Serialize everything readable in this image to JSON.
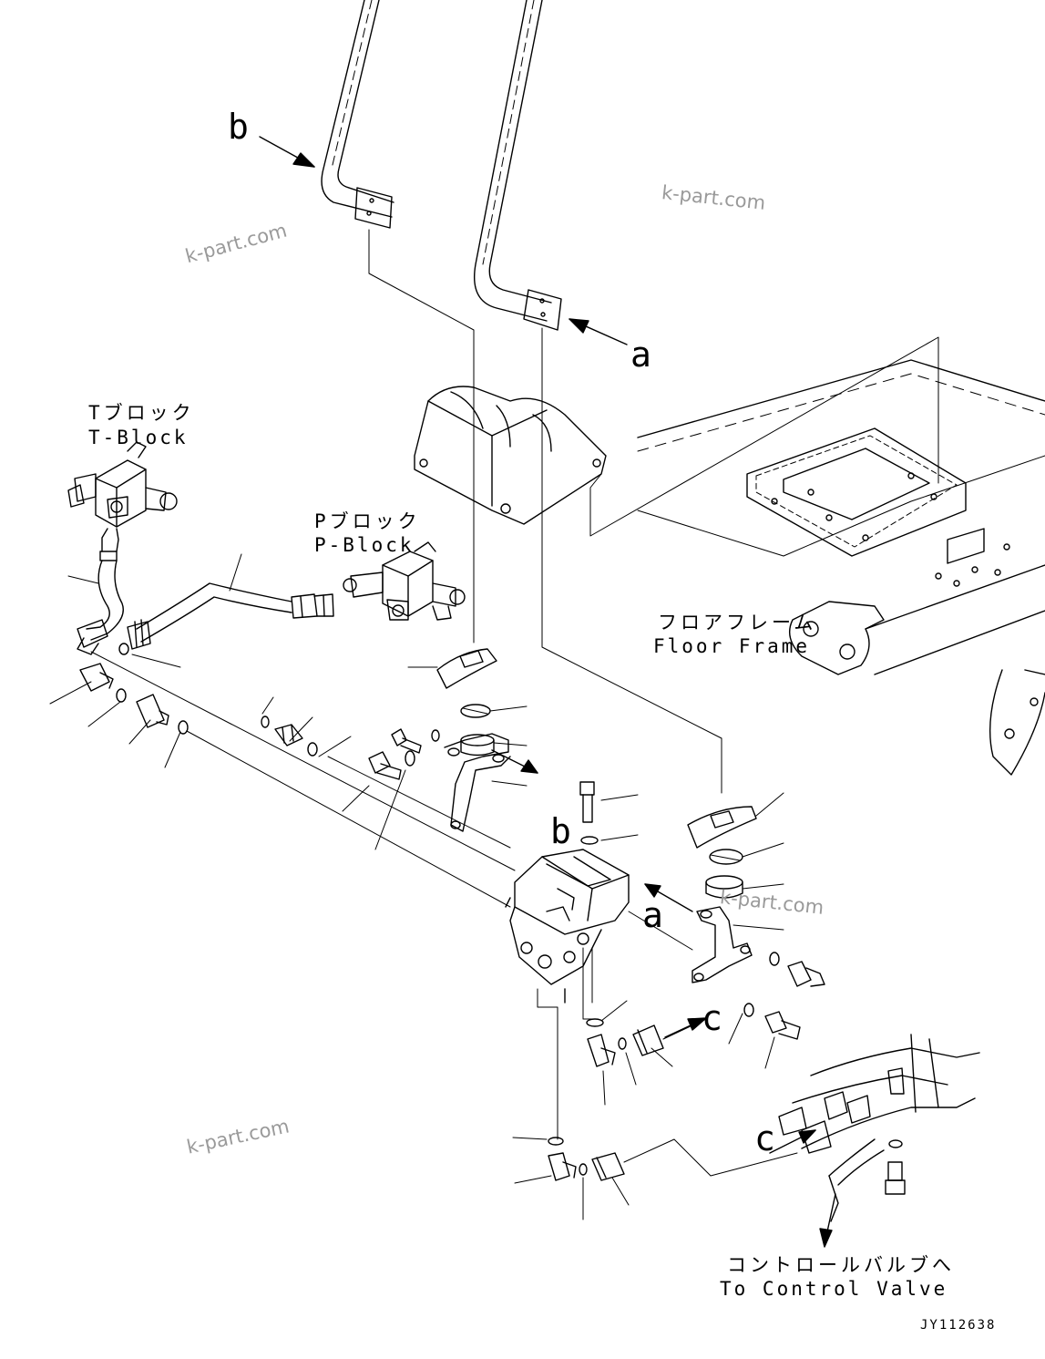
{
  "callouts": {
    "a": "a",
    "b": "b",
    "c": "c"
  },
  "labels": {
    "t_block_jp": "Tブロック",
    "t_block_en": "T-Block",
    "p_block_jp": "Pブロック",
    "p_block_en": "P-Block",
    "floor_frame_jp": "フロアフレーム",
    "floor_frame_en": "Floor Frame",
    "control_valve_jp": "コントロールバルブへ",
    "control_valve_en": "To Control Valve"
  },
  "watermark": "k-part.com",
  "drawing_code": "JY112638",
  "colors": {
    "line": "#000000",
    "watermark": "#9a9a9a",
    "background": "#ffffff"
  }
}
